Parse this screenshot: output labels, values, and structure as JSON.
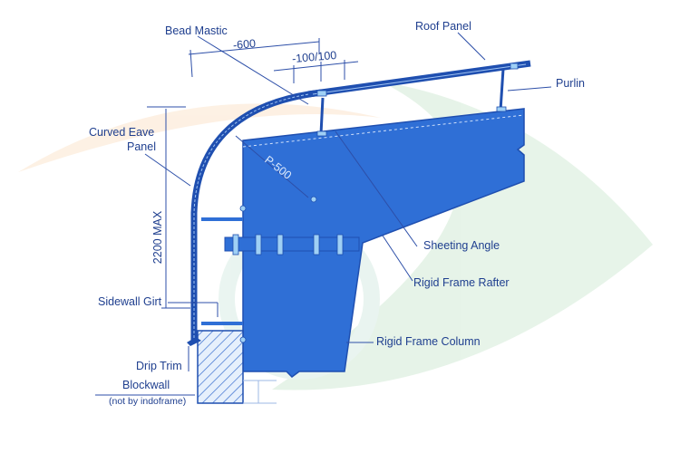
{
  "labels": {
    "bead_mastic": "Bead Mastic",
    "roof_panel": "Roof Panel",
    "dim_600": "-600",
    "dim_100": "-100/100",
    "purlin": "Purlin",
    "curved_eave_1": "Curved Eave",
    "curved_eave_2": "Panel",
    "dim_2200": "2200 MAX",
    "p500": "P-500",
    "sheeting_angle": "Sheeting Angle",
    "rigid_frame_rafter": "Rigid Frame Rafter",
    "sidewall_girt": "Sidewall Girt",
    "rigid_frame_column": "Rigid Frame Column",
    "drip_trim": "Drip Trim",
    "blockwall": "Blockwall",
    "blockwall_note": "(not by indoframe)"
  },
  "colors": {
    "steel": "#2f6fd6",
    "steel_dark": "#1f4fb0",
    "line": "#2d4fa8",
    "text": "#1f3f8f"
  }
}
